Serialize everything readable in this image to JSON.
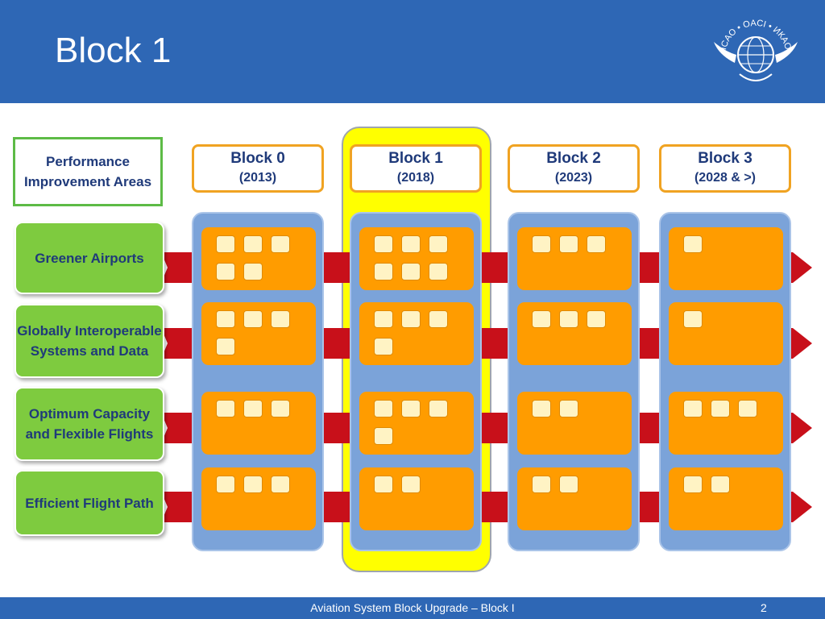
{
  "slide": {
    "title": "Block 1",
    "footer_text": "Aviation System Block Upgrade – Block I",
    "page_number": "2"
  },
  "logo": {
    "text": "ICAO • OACI • ИКАО",
    "icon": "icao-emblem"
  },
  "performance_label": "Performance Improvement Areas",
  "areas": [
    {
      "label": "Greener Airports"
    },
    {
      "label": "Globally Interoperable Systems and Data"
    },
    {
      "label": "Optimum Capacity and Flexible Flights"
    },
    {
      "label": "Efficient Flight Path"
    }
  ],
  "blocks": [
    {
      "name": "Block 0",
      "year": "(2013)",
      "highlighted": false,
      "modules_per_area": [
        5,
        4,
        3,
        3
      ]
    },
    {
      "name": "Block 1",
      "year": "(2018)",
      "highlighted": true,
      "modules_per_area": [
        6,
        4,
        4,
        2
      ]
    },
    {
      "name": "Block 2",
      "year": "(2023)",
      "highlighted": false,
      "modules_per_area": [
        3,
        3,
        2,
        2
      ]
    },
    {
      "name": "Block 3",
      "year": "(2028 & >)",
      "highlighted": false,
      "modules_per_area": [
        1,
        1,
        3,
        2
      ]
    }
  ],
  "colors": {
    "header": "#2e67b5",
    "area_green": "#7ecb3f",
    "arrow_red": "#c8101a",
    "column_blue": "#7ba3d9",
    "cell_orange": "#ff9c00",
    "module_cream": "#fff3c4",
    "highlight_yellow": "#ffff00",
    "header_border_orange": "#f0a322"
  }
}
